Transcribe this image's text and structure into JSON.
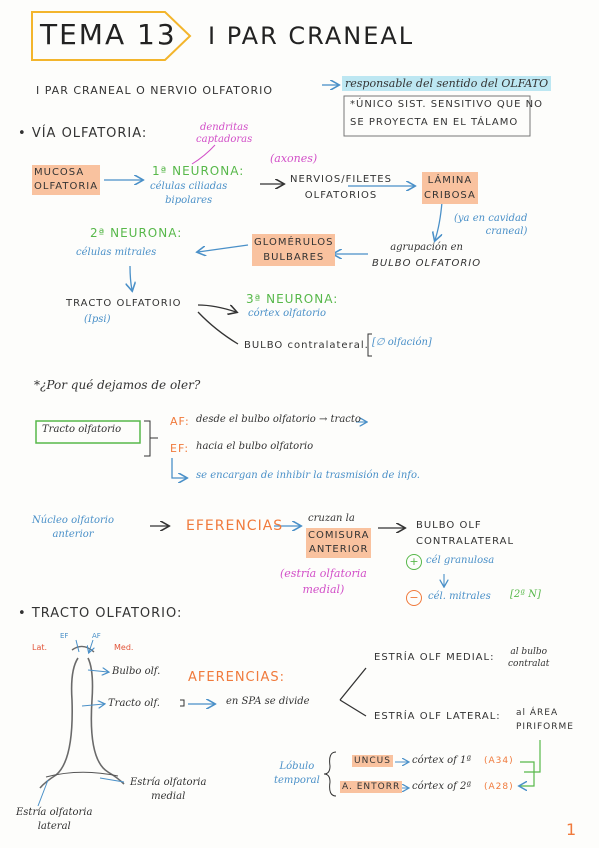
{
  "header": {
    "tema": "TEMA 13",
    "title": "I PAR CRANEAL"
  },
  "intro": {
    "label": "I PAR CRANEAL O NERVIO OLFATORIO",
    "role": "responsable del sentido del OLFATO",
    "note_line1": "*ÚNICO SIST. SENSITIVO QUE NO",
    "note_line2": "SE PROYECTA EN EL TÁLAMO"
  },
  "via": {
    "heading": "VÍA OLFATORIA:",
    "dendritas": [
      "dendritas",
      "captadoras"
    ],
    "mucosa": [
      "MUCOSA",
      "OLFATORIA"
    ],
    "neurona1": "1ª NEURONA:",
    "neurona1_desc": [
      "células ciliadas",
      "bipolares"
    ],
    "axones": "(axones)",
    "nervios": [
      "NERVIOS/FILETES",
      "OLFATORIOS"
    ],
    "lamina": [
      "LÁMINA",
      "CRIBOSA"
    ],
    "lamina_note": [
      "(ya en cavidad",
      "craneal)"
    ],
    "agrupacion": [
      "agrupación en",
      "BULBO OLFATORIO"
    ],
    "glomerulos": [
      "GLOMÉRULOS",
      "BULBARES"
    ],
    "neurona2": "2ª NEURONA:",
    "neurona2_desc": "células mitrales",
    "tracto": "TRACTO OLFATORIO",
    "tracto_note": "(Ipsi)",
    "neurona3": "3ª NEURONA:",
    "neurona3_desc": "córtex olfatorio",
    "bulbo_contra": "BULBO contralateral.",
    "bulbo_contra_note": "[∅ olfación]"
  },
  "oler": {
    "question": "*¿Por qué dejamos de oler?",
    "tracto_box": "Tracto olfatorio",
    "af_label": "AF:",
    "af_text": "desde el bulbo olfatorio → tracto",
    "ef_label": "EF:",
    "ef_text": "hacia el bulbo olfatorio",
    "inhibir": "se encargan de inhibir la trasmisión de info."
  },
  "eferencias": {
    "nucleo": [
      "Núcleo olfatorio",
      "anterior"
    ],
    "label": "EFERENCIAS",
    "cruzan": "cruzan la",
    "comisura": [
      "COMISURA",
      "ANTERIOR"
    ],
    "estria_note": [
      "(estría olfatoria",
      "medial)"
    ],
    "bulbo_olf": [
      "BULBO OLF",
      "CONTRALATERAL"
    ],
    "plus": "+",
    "granulosa": "cél granulosa",
    "minus": "−",
    "mitrales": "cél. mitrales",
    "neurona_ref": "[2ª N]"
  },
  "tracto_section": {
    "heading": "TRACTO OLFATORIO:",
    "lat": "Lat.",
    "med": "Med.",
    "ef": "EF",
    "af": "AF",
    "bulbo_olf": "Bulbo olf.",
    "tracto_olf": "Tracto olf.",
    "estria_medial": [
      "Estría olfatoria",
      "medial"
    ],
    "estria_lateral": [
      "Estría olfatoria",
      "lateral"
    ],
    "aferencias": "AFERENCIAS:",
    "divide": "en SPA se divide",
    "estria_olf_medial": "ESTRÍA OLF MEDIAL:",
    "medial_target": [
      "al bulbo",
      "contralat"
    ],
    "estria_olf_lateral": "ESTRÍA OLF LATERAL:",
    "lateral_target": [
      "al ÁREA",
      "PIRIFORME"
    ],
    "lobulo": [
      "Lóbulo",
      "temporal"
    ],
    "uncus": "UNCUS",
    "uncus_target": "córtex of 1ª",
    "uncus_area": "(A34)",
    "entorr": "A. ENTORR",
    "entorr_target": "córtex of 2ª",
    "entorr_area": "(A28)"
  },
  "page_number": "1",
  "colors": {
    "blue": "#4a90c8",
    "green": "#57b84a",
    "pink": "#d24fc8",
    "orange": "#f07a3c",
    "highlight_orange": "#f9c29f",
    "highlight_blue": "#bde7f2"
  }
}
